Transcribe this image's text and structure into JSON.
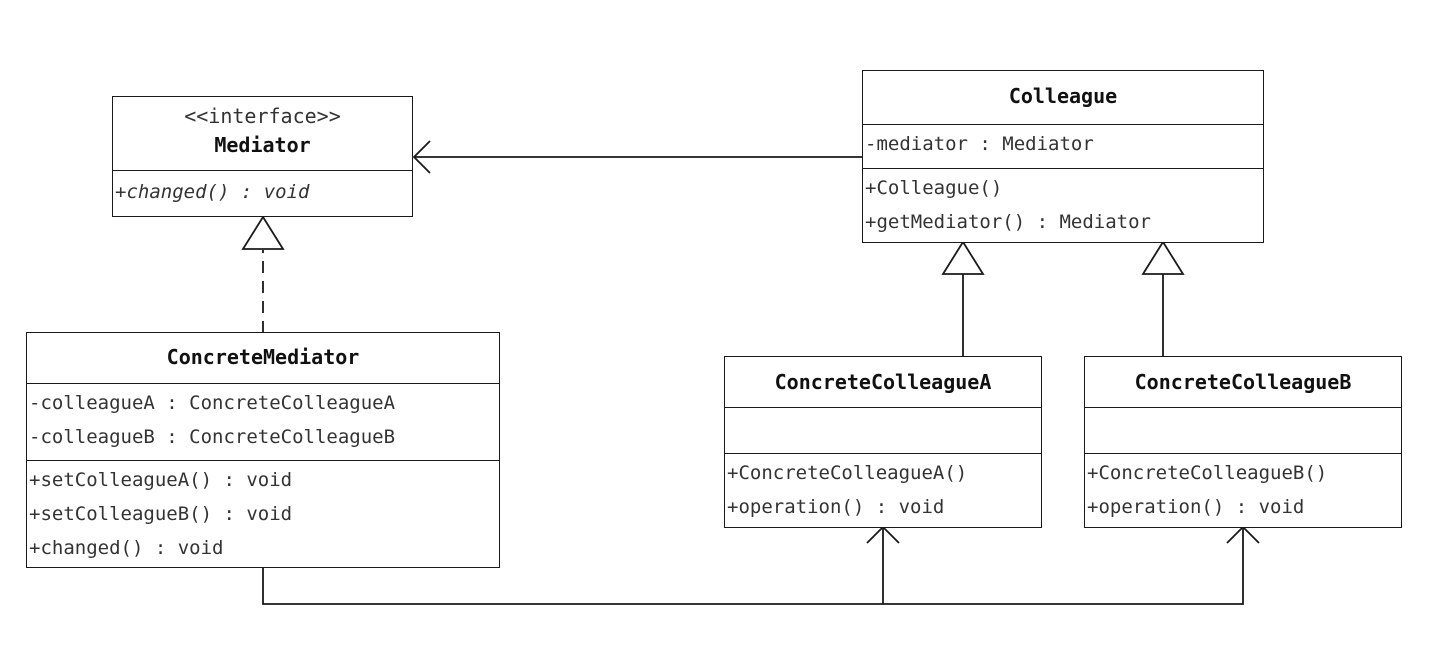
{
  "mediator": {
    "stereotype": "<<interface>>",
    "name": "Mediator",
    "operations": [
      "+changed() : void"
    ]
  },
  "colleague": {
    "name": "Colleague",
    "attributes": [
      "-mediator : Mediator"
    ],
    "operations": [
      "+Colleague()",
      "+getMediator() : Mediator"
    ]
  },
  "concrete_mediator": {
    "name": "ConcreteMediator",
    "attributes": [
      "-colleagueA : ConcreteColleagueA",
      "-colleagueB : ConcreteColleagueB"
    ],
    "operations": [
      "+setColleagueA() : void",
      "+setColleagueB() : void",
      "+changed() : void"
    ]
  },
  "concrete_colleague_a": {
    "name": "ConcreteColleagueA",
    "operations": [
      "+ConcreteColleagueA()",
      "+operation() : void"
    ]
  },
  "concrete_colleague_b": {
    "name": "ConcreteColleagueB",
    "operations": [
      "+ConcreteColleagueB()",
      "+operation() : void"
    ]
  }
}
